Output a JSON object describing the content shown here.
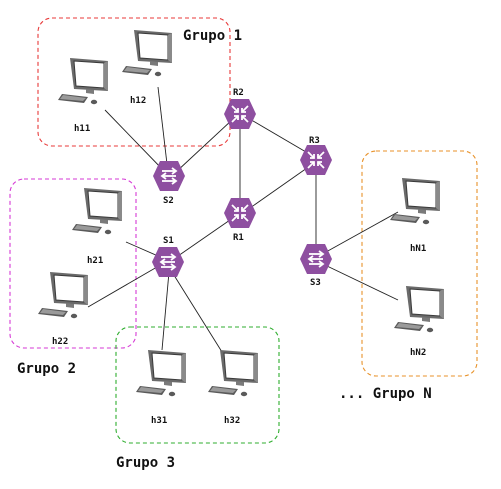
{
  "colors": {
    "group1": "#e83a3a",
    "group2": "#d63ad6",
    "group3": "#2fae2f",
    "groupN": "#e8922a",
    "device": "#8e4fa0"
  },
  "groups": {
    "g1": "Grupo 1",
    "g2": "Grupo 2",
    "g3": "Grupo 3",
    "gn": "... Grupo N"
  },
  "nodes": {
    "h11": "h11",
    "h12": "h12",
    "h21": "h21",
    "h22": "h22",
    "h31": "h31",
    "h32": "h32",
    "hN1": "hN1",
    "hN2": "hN2",
    "S1": "S1",
    "S2": "S2",
    "S3": "S3",
    "R1": "R1",
    "R2": "R2",
    "R3": "R3"
  }
}
